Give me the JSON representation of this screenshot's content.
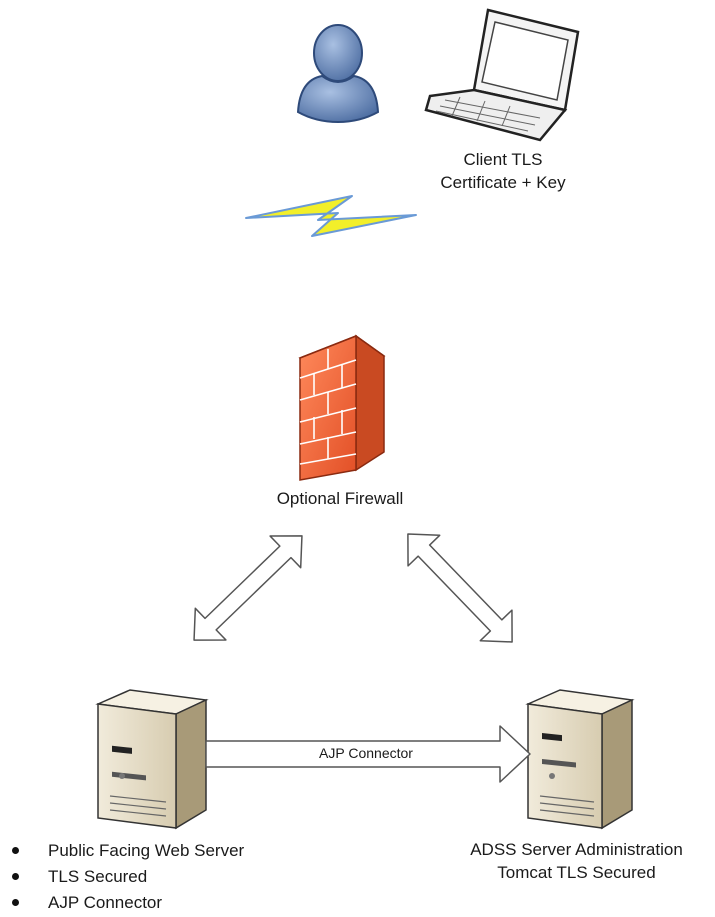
{
  "client": {
    "label_line1": "Client TLS",
    "label_line2": "Certificate + Key"
  },
  "firewall": {
    "label": "Optional Firewall"
  },
  "web_server": {
    "bullets": [
      "Public Facing Web Server",
      "TLS Secured",
      "AJP Connector"
    ]
  },
  "adss_server": {
    "label_line1": "ADSS Server Administration",
    "label_line2": "Tomcat TLS Secured"
  },
  "connector": {
    "label": "AJP Connector"
  },
  "colors": {
    "user": "#6f8fbf",
    "lightning": "#f2ef2a",
    "lightning_accent": "#4a8fd6",
    "firewall_brick": "#ef6a3f",
    "server_body": "#e4dcc6"
  },
  "icons": [
    "user-icon",
    "laptop-icon",
    "lightning-icon",
    "firewall-icon",
    "server-icon"
  ]
}
